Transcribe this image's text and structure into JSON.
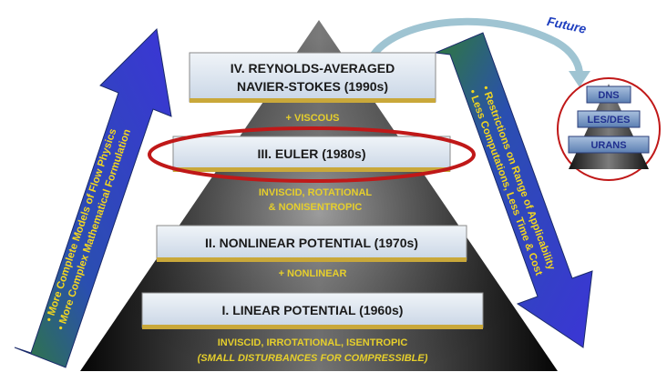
{
  "levels": {
    "rans": {
      "line1": "IV. REYNOLDS-AVERAGED",
      "line2": "NAVIER-STOKES (1990s)"
    },
    "euler": "III. EULER (1980s)",
    "nonlinear": "II. NONLINEAR POTENTIAL (1970s)",
    "linear": "I. LINEAR POTENTIAL (1960s)"
  },
  "additions": {
    "viscous": "+ VISCOUS",
    "inviscid_rotational_1": "INVISCID, ROTATIONAL",
    "inviscid_rotational_2": "& NONISENTROPIC",
    "nonlinear": "+ NONLINEAR",
    "base_1": "INVISCID, IRROTATIONAL, ISENTROPIC",
    "base_2": "(SMALL DISTURBANCES FOR COMPRESSIBLE)"
  },
  "left_arrow": {
    "line1": "• More Complete  Models of Flow Physics",
    "line2": "• More Complex  Mathematical Formulation"
  },
  "right_arrow": {
    "line1": "• Restrictions on Range of Applicability",
    "line2": "• Less Computations, Less Time & Cost"
  },
  "future": {
    "label": "Future",
    "tiers": [
      "DNS",
      "LES/DES",
      "URANS"
    ]
  },
  "colors": {
    "pyramid_top": "#1a1a1a",
    "pyramid_glow": "#9a9a9a",
    "box_fill": "#dde6f0",
    "box_shadow": "#bfa24a",
    "yellow_text": "#e6cf2c",
    "arrow_blue": "#3a39c9",
    "arrow_green": "#2f7a3a",
    "highlight_red": "#c01818",
    "future_blue": "#1f3fbf",
    "tier_fill": "#7f9dc6"
  }
}
